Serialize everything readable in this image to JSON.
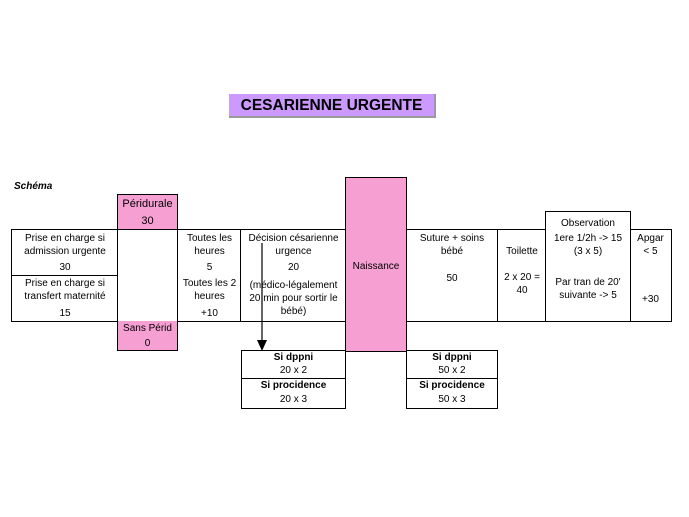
{
  "title": "CESARIENNE URGENTE",
  "schema_label": "Schéma",
  "peridurale": {
    "label": "Péridurale",
    "value": "30"
  },
  "sans_perid": {
    "label": "Sans Périd",
    "value": "0"
  },
  "prise_admission": {
    "line1": "Prise en charge si",
    "line2": "admission urgente",
    "value": "30"
  },
  "prise_transfert": {
    "line1": "Prise en charge si",
    "line2": "transfert maternité",
    "value": "15"
  },
  "heures1": {
    "line1": "Toutes les",
    "line2": "heures",
    "value": "5"
  },
  "heures2": {
    "line1": "Toutes les 2",
    "line2": "heures",
    "value": "+10"
  },
  "decision": {
    "line1": "Décision césarienne",
    "line2": "urgence",
    "value": "20",
    "note1": "(médico-légalement",
    "note2": "20 min pour sortir le",
    "note3": "bébé)"
  },
  "naissance": "Naissance",
  "suture": {
    "line1": "Suture + soins",
    "line2": "bébé",
    "value": "50"
  },
  "toilette": {
    "label": "Toilette",
    "value1": "2 x 20 =",
    "value2": "40"
  },
  "observation": {
    "title": "Observation",
    "line1": "1ere 1/2h  -> 15",
    "line2": "(3 x 5)",
    "line3": "Par tran de 20'",
    "line4": "suivante -> 5"
  },
  "apgar": {
    "line1": "Apgar",
    "line2": "< 5",
    "value": "+30"
  },
  "table_left": {
    "dppni_label": "Si dppni",
    "dppni_value": "20 x 2",
    "procidence_label": "Si procidence",
    "procidence_value": "20 x 3"
  },
  "table_right": {
    "dppni_label": "Si dppni",
    "dppni_value": "50 x 2",
    "procidence_label": "Si procidence",
    "procidence_value": "50 x 3"
  },
  "colors": {
    "title_bg": "#cc99ff",
    "pink": "#f59fd3"
  }
}
